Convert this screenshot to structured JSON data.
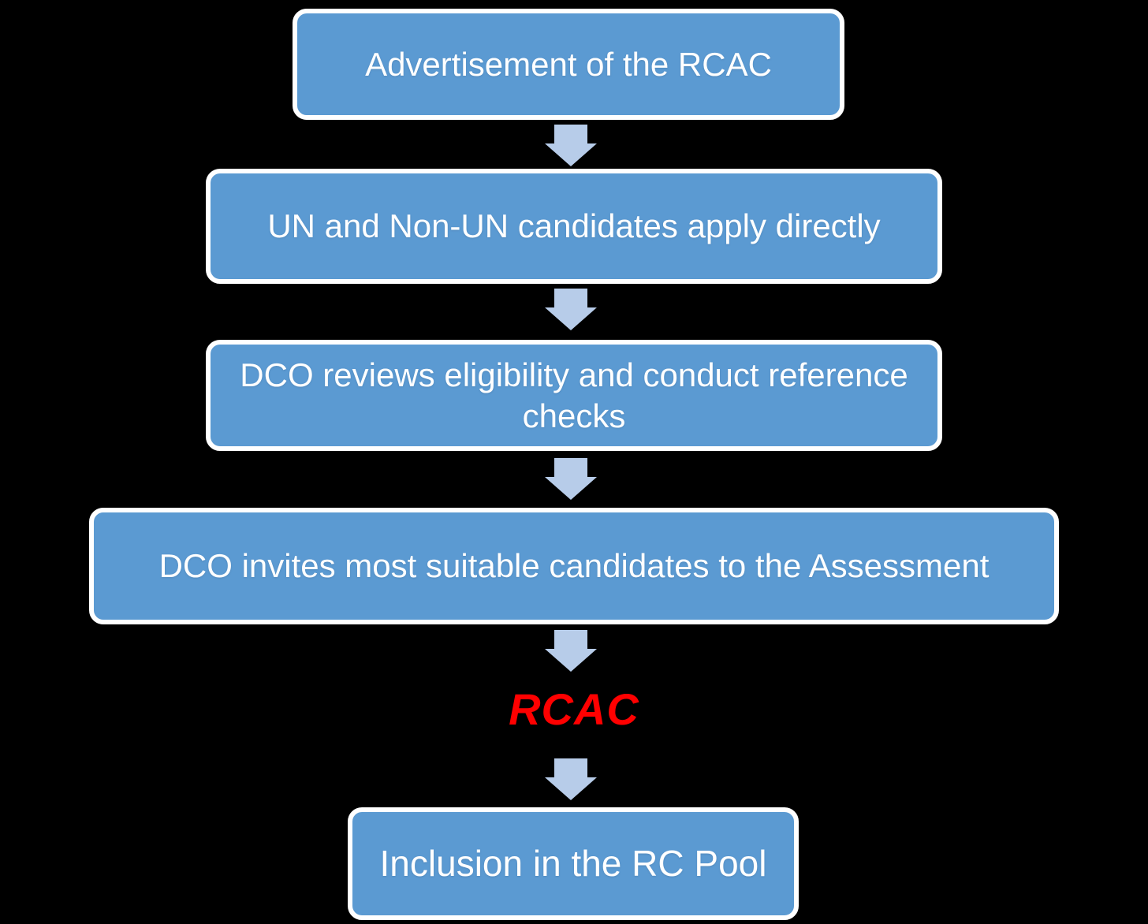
{
  "colors": {
    "background": "#000000",
    "box_fill": "#5b9ad2",
    "box_border": "#ffffff",
    "box_text": "#ffffff",
    "arrow_fill": "#b7cce9",
    "highlight_text": "#ff0000"
  },
  "flow": {
    "connector_icon": "down-arrow-icon",
    "steps": [
      {
        "kind": "box",
        "label": "Advertisement of the RCAC"
      },
      {
        "kind": "box",
        "label": "UN and Non-UN candidates apply directly"
      },
      {
        "kind": "box",
        "label": "DCO reviews eligibility and conduct reference checks"
      },
      {
        "kind": "box",
        "label": "DCO invites most suitable candidates to the Assessment"
      },
      {
        "kind": "highlight-text",
        "label": "RCAC"
      },
      {
        "kind": "box",
        "label": "Inclusion in the RC Pool"
      }
    ]
  }
}
